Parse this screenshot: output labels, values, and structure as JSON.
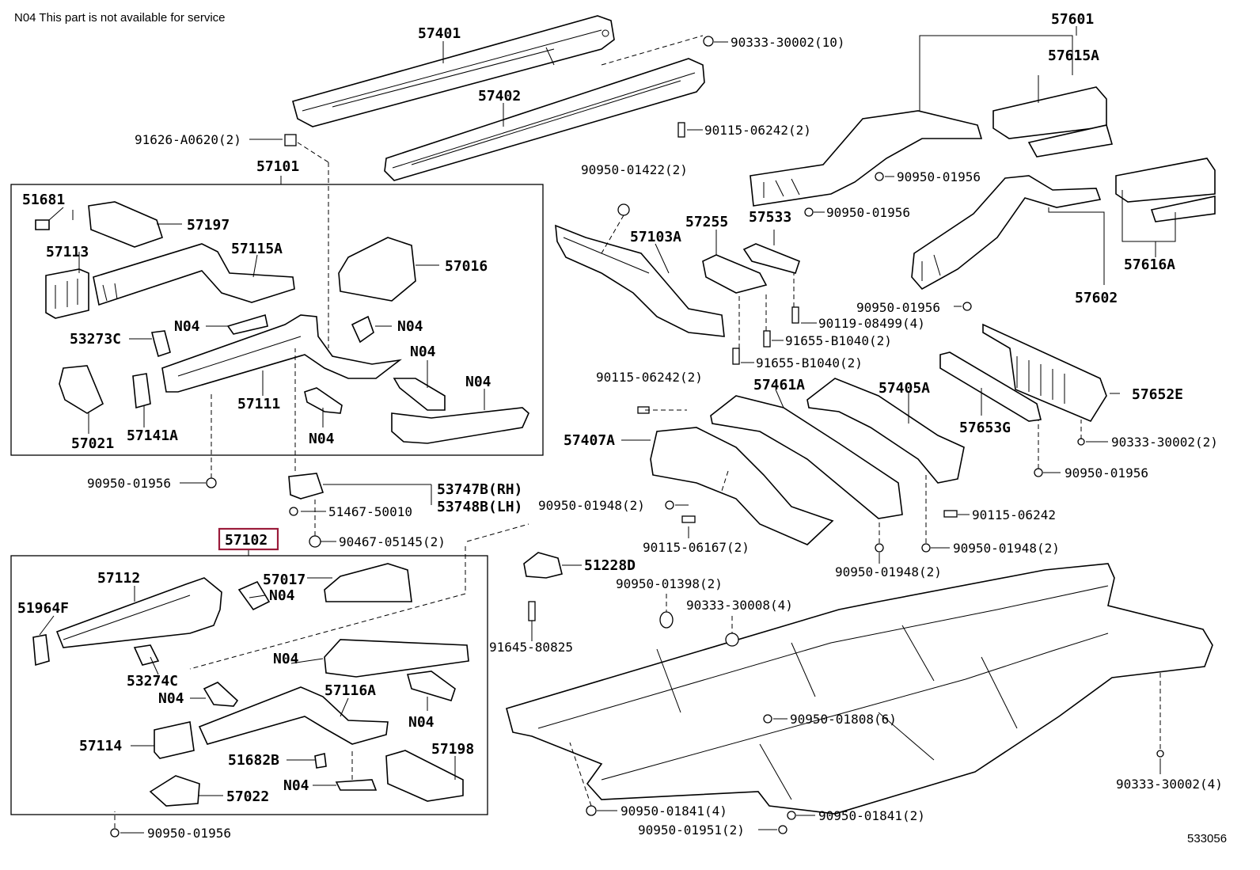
{
  "note": "N04 This part is not available for service",
  "diagram_id": "533056",
  "highlighted": "57102",
  "callouts": {
    "c57401": "57401",
    "c57402": "57402",
    "c57601": "57601",
    "c57615A": "57615A",
    "c57616A": "57616A",
    "c57602": "57602",
    "c57101": "57101",
    "c51681": "51681",
    "c57197": "57197",
    "c57113": "57113",
    "c57115A": "57115A",
    "c57016": "57016",
    "c53273C": "53273C",
    "c57111": "57111",
    "c57021": "57021",
    "c57141A": "57141A",
    "c57103A": "57103A",
    "c57255": "57255",
    "c57533": "57533",
    "c57461A": "57461A",
    "c57405A": "57405A",
    "c57407A": "57407A",
    "c57653G": "57653G",
    "c57652E": "57652E",
    "c53747B": "53747B(RH)",
    "c53748B": "53748B(LH)",
    "c57102": "57102",
    "c57112": "57112",
    "c57017": "57017",
    "c51964F": "51964F",
    "c53274C": "53274C",
    "c57116A": "57116A",
    "c57114": "57114",
    "c51682B": "51682B",
    "c57198": "57198",
    "c57022": "57022",
    "c51228D": "51228D"
  },
  "n04_marks": [
    "N04",
    "N04",
    "N04",
    "N04",
    "N04",
    "N04",
    "N04",
    "N04",
    "N04"
  ],
  "fasteners": {
    "f90333_30002_10": "90333-30002(10)",
    "f90115_06242_2a": "90115-06242(2)",
    "f91626_A0620": "91626-A0620(2)",
    "f90950_01422": "90950-01422(2)",
    "f90950_01956_a": "90950-01956",
    "f90950_01956_b": "90950-01956",
    "f90950_01956_c": "90950-01956",
    "f90119_08499": "90119-08499(4)",
    "f91655_B1040_a": "91655-B1040(2)",
    "f91655_B1040_b": "91655-B1040(2)",
    "f90115_06242_2b": "90115-06242(2)",
    "f90333_30002_2": "90333-30002(2)",
    "f90950_01956_d": "90950-01956",
    "f90950_01956_e": "90950-01956",
    "f51467_50010": "51467-50010",
    "f90950_01948_a": "90950-01948(2)",
    "f90115_06242": "90115-06242",
    "f90115_06167": "90115-06167(2)",
    "f90950_01948_b": "90950-01948(2)",
    "f90950_01948_c": "90950-01948(2)",
    "f90467_05145": "90467-05145(2)",
    "f90950_01398": "90950-01398(2)",
    "f90333_30008": "90333-30008(4)",
    "f91645_80825": "91645-80825",
    "f90950_01808": "90950-01808(6)",
    "f90333_30002_4": "90333-30002(4)",
    "f90950_01841_a": "90950-01841(4)",
    "f90950_01841_b": "90950-01841(2)",
    "f90950_01951": "90950-01951(2)",
    "f90950_01956_f": "90950-01956"
  }
}
